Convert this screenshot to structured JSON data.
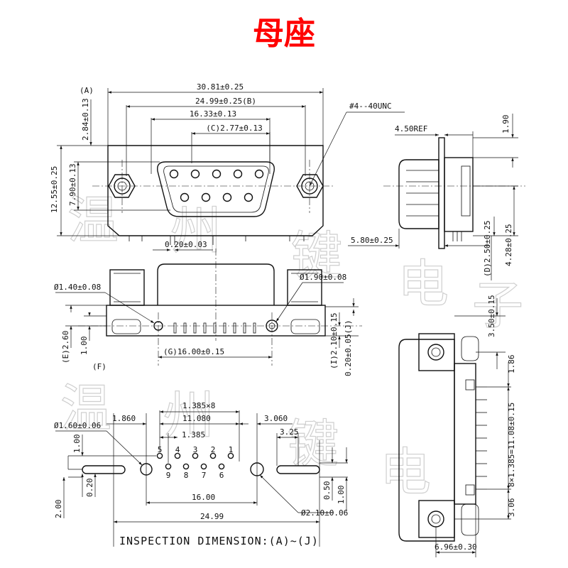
{
  "title": "母座",
  "title_color": "#ff0000",
  "watermark": {
    "chars": [
      "温",
      "州",
      "一",
      "键",
      "电",
      "子"
    ],
    "color": "#cfcfcf"
  },
  "front_view": {
    "ref_a": "(A)",
    "dim_a": "30.81±0.25",
    "dim_b": "24.99±0.25(B)",
    "dim_c_left": "16.33±0.13",
    "dim_c": "(C)2.77±0.13",
    "dim_284": "2.84±0.13",
    "dim_790": "7.90±0.13",
    "dim_1255": "12.55±0.25",
    "pin_width": "0.20±0.03",
    "thread": "#4--40UNC"
  },
  "side_view": {
    "dim_190": "1.90",
    "dim_450": "4.50REF",
    "dim_580": "5.80±0.25",
    "dim_d": "(D)2.50±0.25",
    "dim_428": "4.28±0.25"
  },
  "bottom_view": {
    "dim_140": "Ø1.40±0.08",
    "dim_190h": "Ø1.90±0.08",
    "dim_260": "(E)2.60",
    "dim_100": "1.00",
    "ref_f": "(F)",
    "dim_g": "(G)16.00±0.15",
    "dim_i": "(I)2.10±0.15",
    "dim_j": "0.20±0.05(J)"
  },
  "pcb_layout": {
    "dim_1385x8": "1.385×8",
    "dim_1860": "1.860",
    "dim_11080": "11.080",
    "dim_3060": "3.060",
    "dim_160": "Ø1.60±0.06",
    "dim_1385": "1.385",
    "dim_325": "3.25",
    "dim_100a": "1.00",
    "dim_020": "0.20",
    "dim_200": "2.00",
    "dim_1600": "16.00",
    "dim_050": "0.50",
    "dim_100b": "1.00",
    "dim_2499": "24.99",
    "dim_210": "Ø2.10±0.06",
    "pin_numbers": [
      "5",
      "4",
      "3",
      "2",
      "1",
      "9",
      "8",
      "7",
      "6"
    ]
  },
  "right_view": {
    "dim_350": "3.50±0.15",
    "dim_186": "1.86",
    "dim_11080": "8×1.385=11.08±0.15",
    "dim_306": "3.06",
    "dim_696": "6.96±0.30"
  },
  "inspection_text": "INSPECTION DIMENSION:(A)~(J)"
}
